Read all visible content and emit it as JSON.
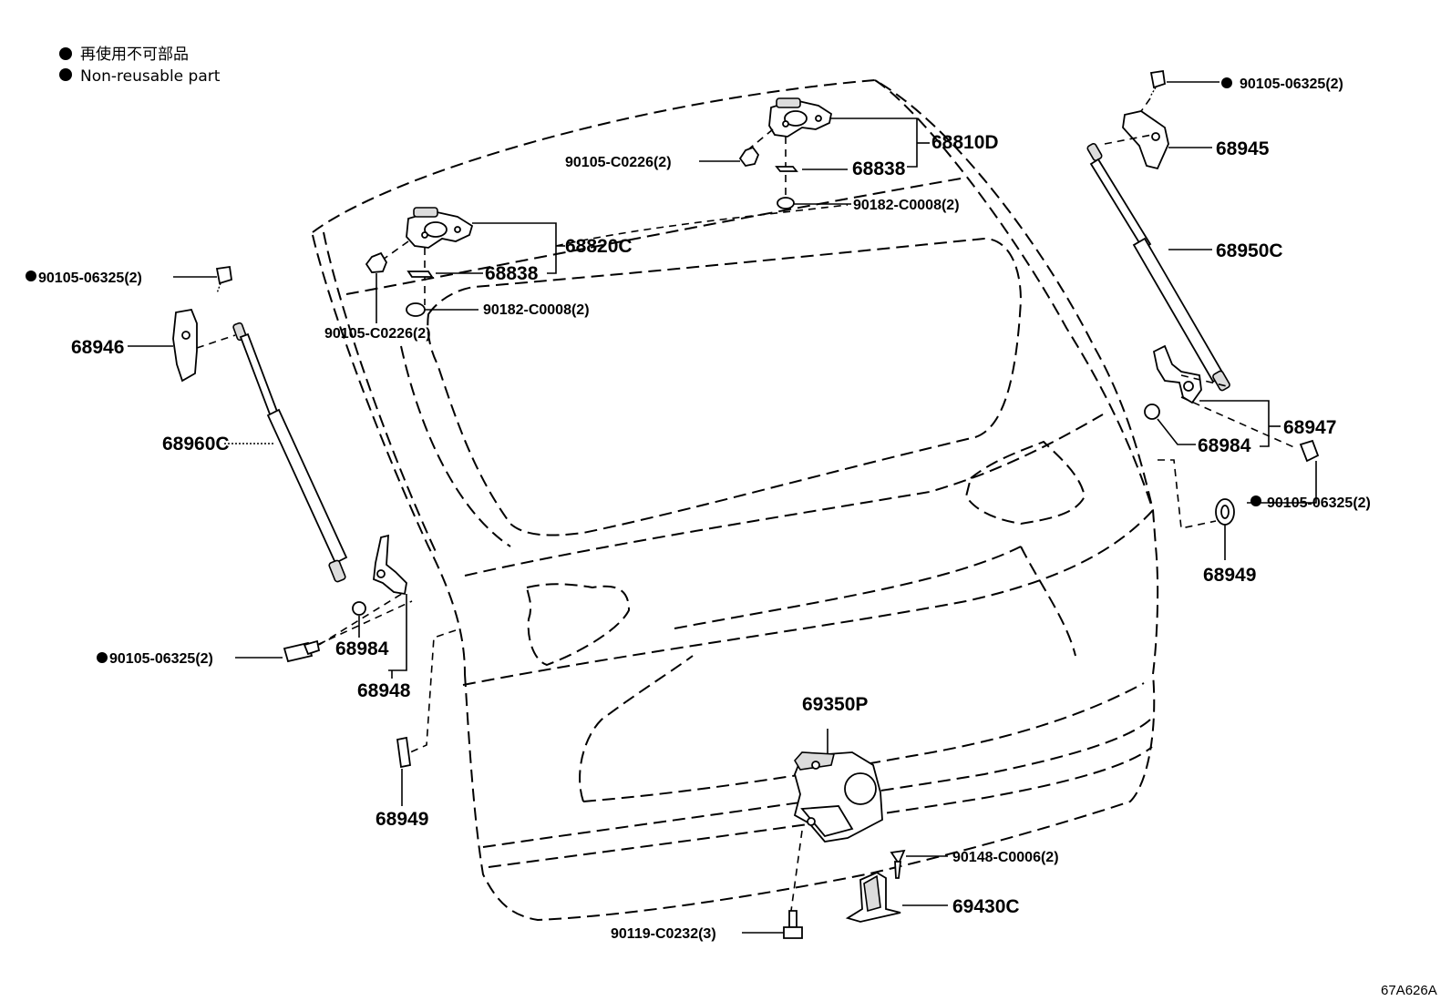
{
  "legend": {
    "japanese": "再使用不可部品",
    "english": "Non-reusable part"
  },
  "callouts": {
    "c68810D": "68810D",
    "c68838_top": "68838",
    "c90105_C0226_top": "90105-C0226(2)",
    "c90182_C0008_top": "90182-C0008(2)",
    "c68820C": "68820C",
    "c68838_left": "68838",
    "c90182_C0008_left": "90182-C0008(2)",
    "c90105_C0226_left": "90105-C0226(2)",
    "c90105_06325_left_top": "90105-06325(2)",
    "c68946": "68946",
    "c68960C": "68960C",
    "c90105_06325_left_bottom": "90105-06325(2)",
    "c68984_left": "68984",
    "c68948": "68948",
    "c68949_left": "68949",
    "c90105_06325_right_top": "90105-06325(2)",
    "c68945": "68945",
    "c68950C": "68950C",
    "c68947": "68947",
    "c68984_right": "68984",
    "c90105_06325_right_bottom": "90105-06325(2)",
    "c68949_right": "68949",
    "c69350P": "69350P",
    "c90148_C0006": "90148-C0006(2)",
    "c69430C": "69430C",
    "c90119_C0232": "90119-C0232(3)"
  },
  "diagram_ref": "67A626A"
}
